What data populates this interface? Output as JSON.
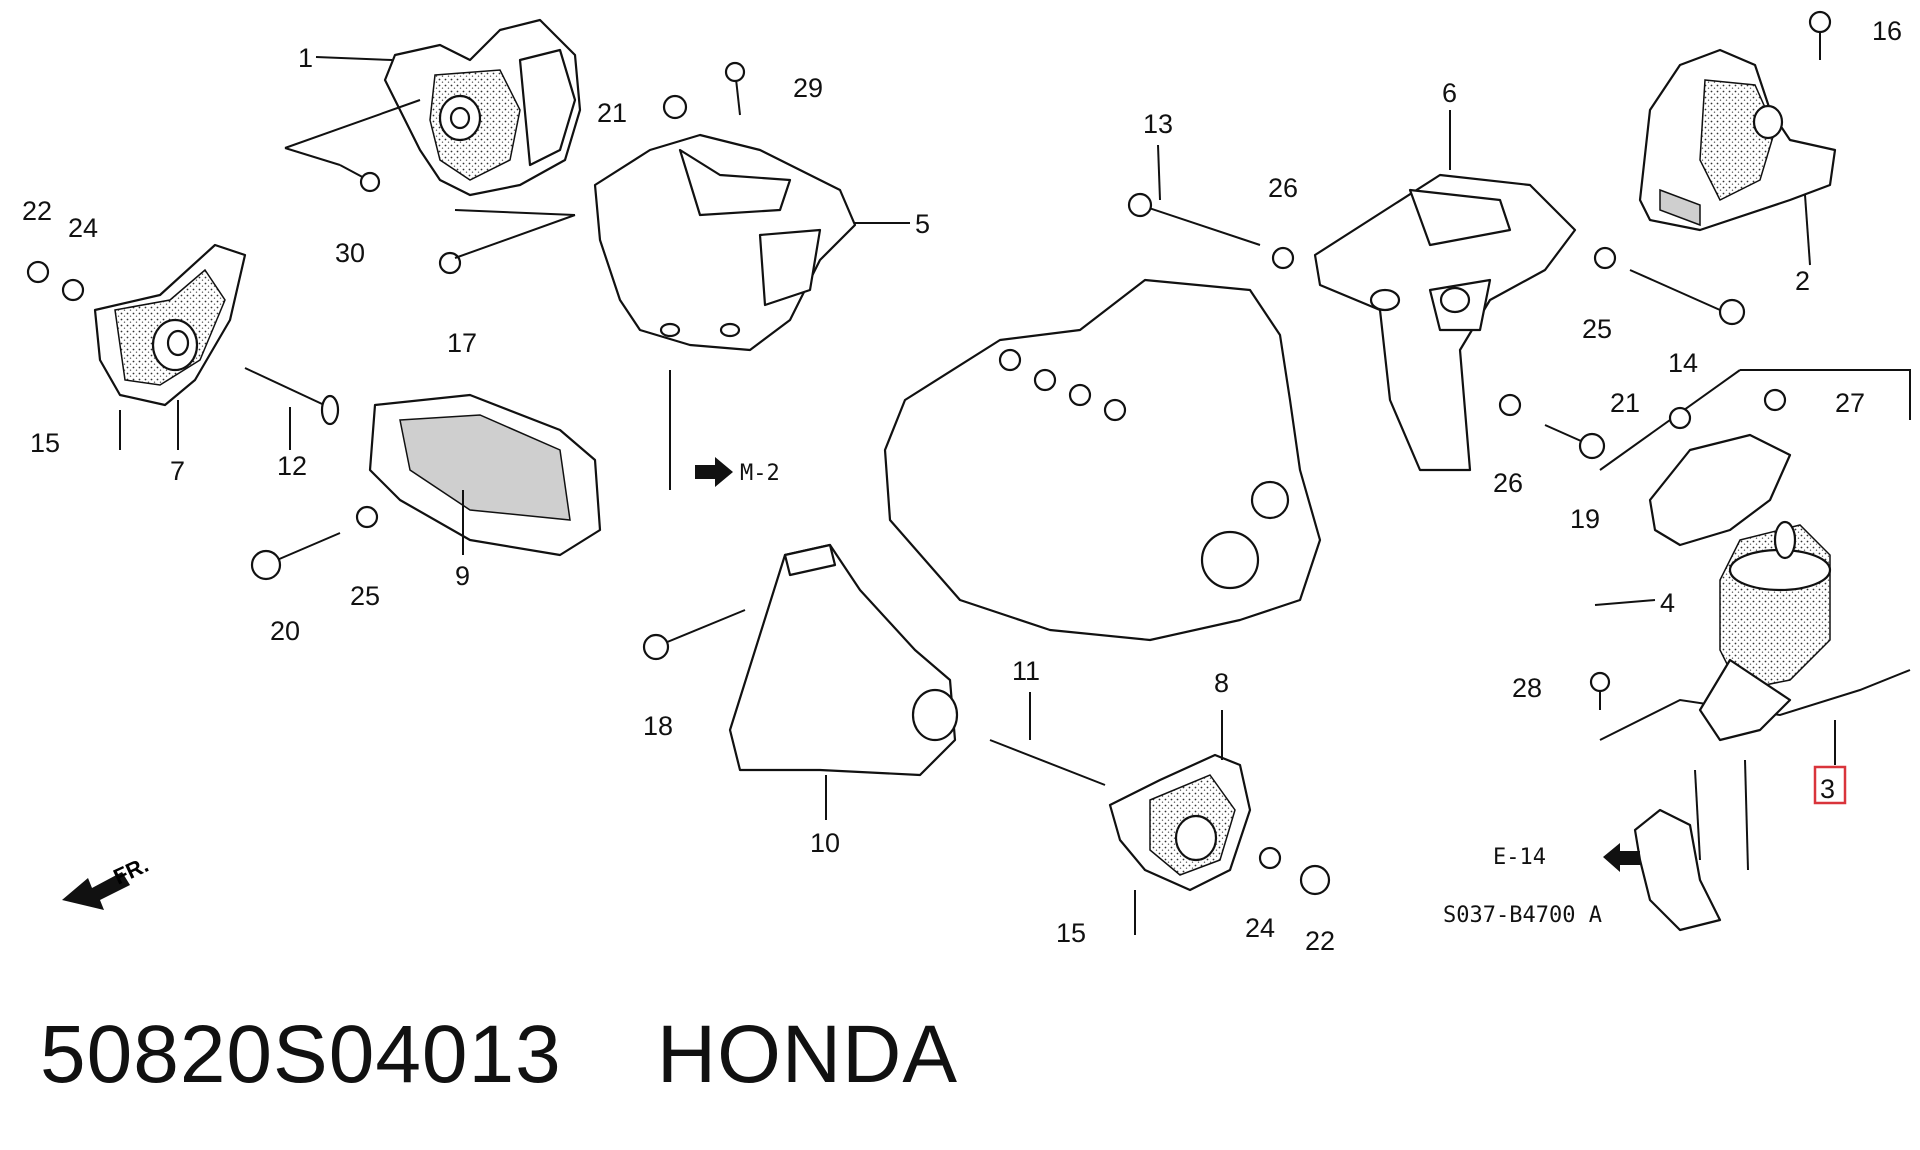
{
  "callouts": {
    "c1": "1",
    "c2": "2",
    "c3": "3",
    "c4": "4",
    "c5": "5",
    "c6": "6",
    "c7": "7",
    "c8": "8",
    "c9": "9",
    "c10": "10",
    "c11": "11",
    "c12": "12",
    "c13": "13",
    "c14": "14",
    "c15a": "15",
    "c15b": "15",
    "c16": "16",
    "c17": "17",
    "c18": "18",
    "c19": "19",
    "c20": "20",
    "c21a": "21",
    "c21b": "21",
    "c22a": "22",
    "c22b": "22",
    "c24a": "24",
    "c24b": "24",
    "c25a": "25",
    "c25b": "25",
    "c26a": "26",
    "c26b": "26",
    "c27": "27",
    "c28": "28",
    "c29": "29",
    "c30": "30"
  },
  "references": {
    "m2": "M-2",
    "e14": "E-14",
    "front": "FR.",
    "drawing_code": "S037-B4700 A"
  },
  "highlight_color": "#d9343b",
  "footer": {
    "part_number": "50820S04013",
    "brand": "HONDA"
  }
}
